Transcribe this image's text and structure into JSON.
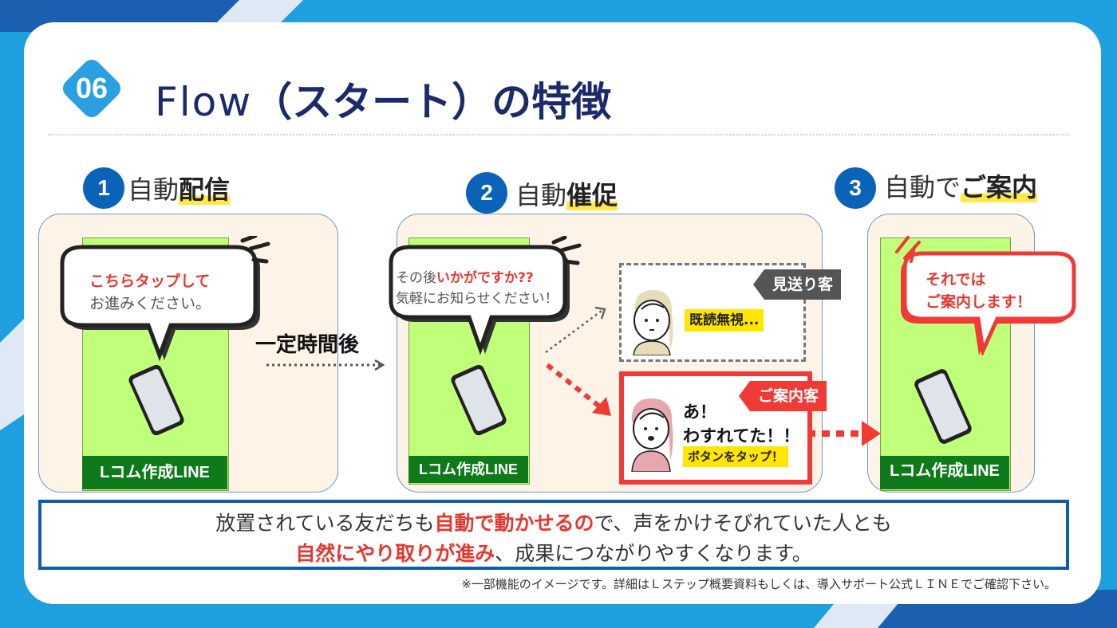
{
  "header": {
    "number": "06",
    "title_latin": "Flow",
    "title_jp": "（スタート）の特徴"
  },
  "steps": [
    {
      "number": "1",
      "label_plain": "自動",
      "label_bold": "配信"
    },
    {
      "number": "2",
      "label_plain": "自動",
      "label_bold": "催促"
    },
    {
      "number": "3",
      "label_plain": "自動で",
      "label_bold": "ご案内"
    }
  ],
  "phone_tag": "Lコム作成LINE",
  "bubble1": {
    "highlight": "こちらタップして",
    "text": "お進みください。"
  },
  "bubble2": {
    "prefix": "その後",
    "highlight": "いかがですか??",
    "text": "気軽にお知らせください！"
  },
  "bubble3": {
    "line1": "それでは",
    "line2": "ご案内します！"
  },
  "after_label": "一定時間後",
  "skip_customer": {
    "tag": "見送り客",
    "reaction": "既読無視..."
  },
  "guide_customer": {
    "tag": "ご案内客",
    "speech_line1": "あ！",
    "speech_line2": "わすれてた！！",
    "reaction": "ボタンをタップ！"
  },
  "summary": {
    "line1_before": "放置されている友だちも",
    "line1_highlight": "自動で動かせるの",
    "line1_after": "で、声をかけそびれていた人とも",
    "line2_highlight": "自然にやり取りが進み",
    "line2_after": "、成果につながりやすくなります。"
  },
  "footnote": "※一部機能のイメージです。詳細はＬステップ概要資料もしくは、導入サポート公式ＬＩＮＥでご確認下さい。",
  "colors": {
    "navy": "#1c2a6b",
    "blue": "#0a63b8",
    "red": "#ef3a36",
    "green": "#0e7a1a",
    "lime": "#bfff7a",
    "panel": "#fdf3e6",
    "yellow": "#ffe600"
  }
}
